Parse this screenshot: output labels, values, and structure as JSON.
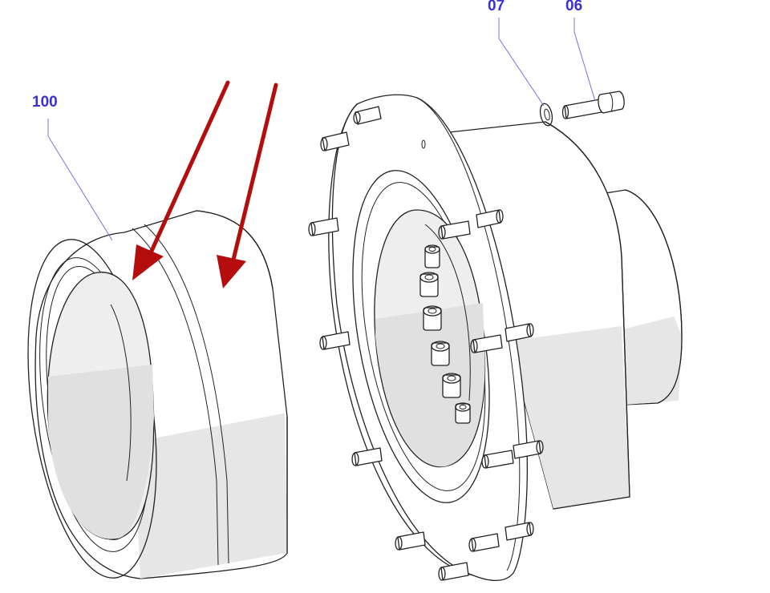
{
  "labels": {
    "part_100": "100",
    "part_07": "07",
    "part_06": "06"
  },
  "colors": {
    "label": "#3b2fd6",
    "arrow": "#b50d0d",
    "outline": "#222222",
    "shade": "#e6e6e6",
    "background": "#ffffff"
  }
}
